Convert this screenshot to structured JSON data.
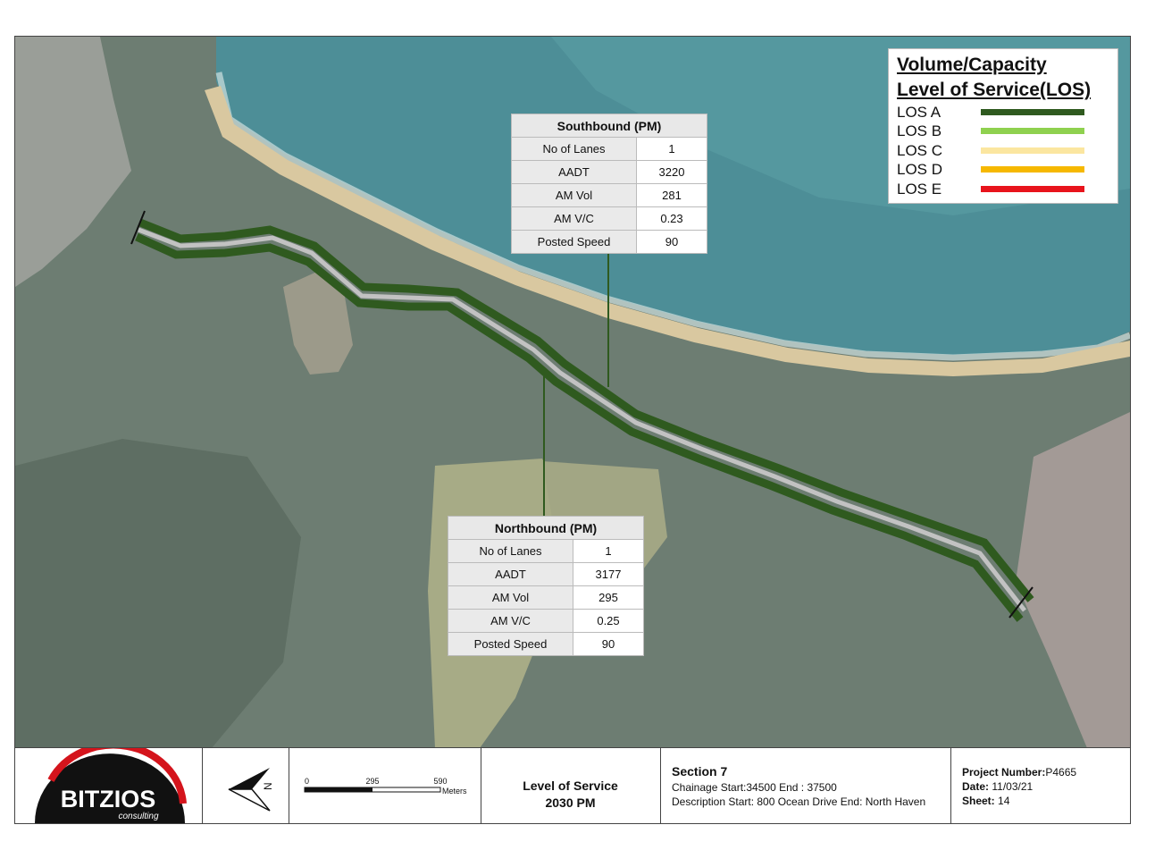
{
  "legend": {
    "title_line1": "Volume/Capacity",
    "title_line2": "Level of Service(LOS)",
    "items": [
      {
        "label": "LOS A",
        "color": "#2f5a1f"
      },
      {
        "label": "LOS B",
        "color": "#8fd14f"
      },
      {
        "label": "LOS C",
        "color": "#fbe6a0"
      },
      {
        "label": "LOS D",
        "color": "#f6b800"
      },
      {
        "label": "LOS E",
        "color": "#e8141c"
      }
    ]
  },
  "southbound": {
    "title": "Southbound (PM)",
    "rows": [
      {
        "label": "No of Lanes",
        "value": "1"
      },
      {
        "label": "AADT",
        "value": "3220"
      },
      {
        "label": "AM Vol",
        "value": "281"
      },
      {
        "label": "AM V/C",
        "value": "0.23"
      },
      {
        "label": "Posted Speed",
        "value": "90"
      }
    ]
  },
  "northbound": {
    "title": "Northbound (PM)",
    "rows": [
      {
        "label": "No of Lanes",
        "value": "1"
      },
      {
        "label": "AADT",
        "value": "3177"
      },
      {
        "label": "AM Vol",
        "value": "295"
      },
      {
        "label": "AM V/C",
        "value": "0.25"
      },
      {
        "label": "Posted Speed",
        "value": "90"
      }
    ]
  },
  "road_los_color": "#2f5a1f",
  "title_block": {
    "logo_text": "BITZIOS",
    "logo_subtext": "consulting",
    "north_label": "N",
    "scale_ticks": [
      "0",
      "295",
      "590"
    ],
    "scale_unit": "Meters",
    "title_line1": "Level of Service",
    "title_line2": "2030 PM",
    "section": "Section 7",
    "chainage": "Chainage Start:34500 End : 37500",
    "description": "Description Start: 800 Ocean Drive End: North Haven",
    "project_label": "Project Number:",
    "project_value": "P4665",
    "date_label": "Date:",
    "date_value": "11/03/21",
    "sheet_label": "Sheet:",
    "sheet_value": "14"
  }
}
